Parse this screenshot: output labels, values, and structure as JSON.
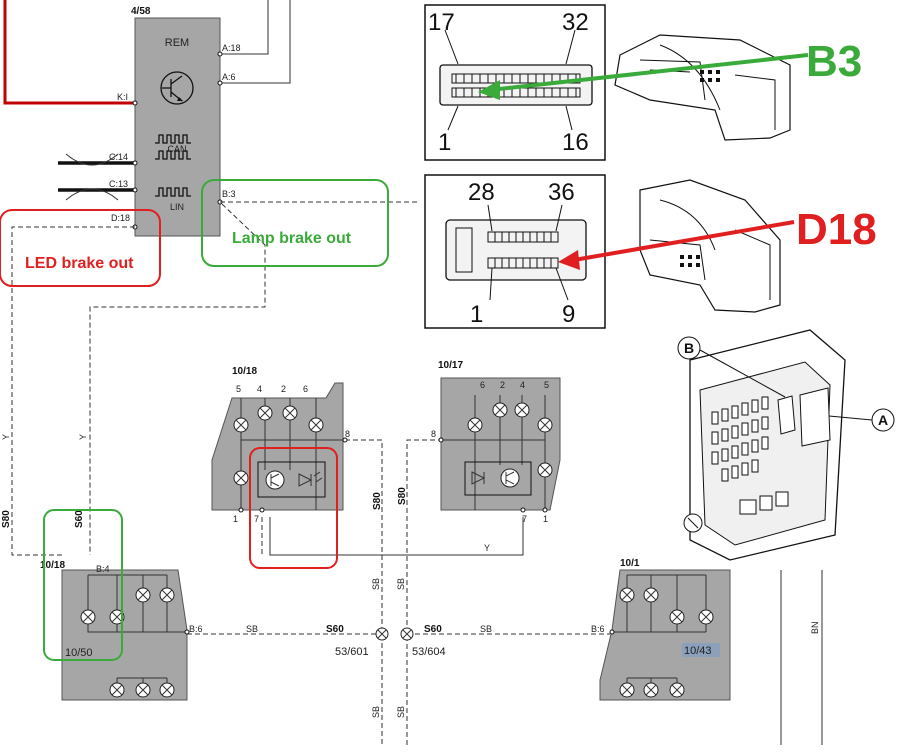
{
  "rem": {
    "number": "4/58",
    "title": "REM",
    "can": "CAN",
    "lin": "LIN",
    "pins": {
      "a18": "A:18",
      "a6": "A:6",
      "ki": "K:I",
      "c14": "C:14",
      "c13": "C:13",
      "b3": "B:3",
      "d18": "D:18"
    }
  },
  "annotations": {
    "led": "LED brake out",
    "lamp": "Lamp brake out",
    "b3": "B3",
    "d18": "D18",
    "a": "A",
    "b": "B"
  },
  "connectors": {
    "top": {
      "pin_tl": "17",
      "pin_tr": "32",
      "pin_bl": "1",
      "pin_br": "16"
    },
    "bottom": {
      "pin_tl": "28",
      "pin_tr": "36",
      "pin_bl": "1",
      "pin_br": "9"
    }
  },
  "lamps": {
    "left": {
      "id": "10/18",
      "p5": "5",
      "p4": "4",
      "p2": "2",
      "p6": "6",
      "p8": "8",
      "p1": "1",
      "p7": "7"
    },
    "right": {
      "id": "10/17",
      "p6": "6",
      "p2": "2",
      "p4": "4",
      "p5": "5",
      "p8": "8",
      "p7": "7",
      "p1": "1"
    },
    "bl": {
      "id": "10/18",
      "b4": "B:4",
      "sub": "10/50",
      "b6": "B:6"
    },
    "br": {
      "id": "10/1",
      "b6": "B:6",
      "sub": "10/43"
    }
  },
  "wires": {
    "y": "Y",
    "s80": "S80",
    "s60": "S60",
    "sb": "SB",
    "bn": "BN",
    "n601": "53/601",
    "n604": "53/604"
  },
  "colors": {
    "red_highlight": "#e02020",
    "green_highlight": "#3aaa3a",
    "component_gray": "#a6a6a6",
    "red_wire": "#c00000"
  }
}
